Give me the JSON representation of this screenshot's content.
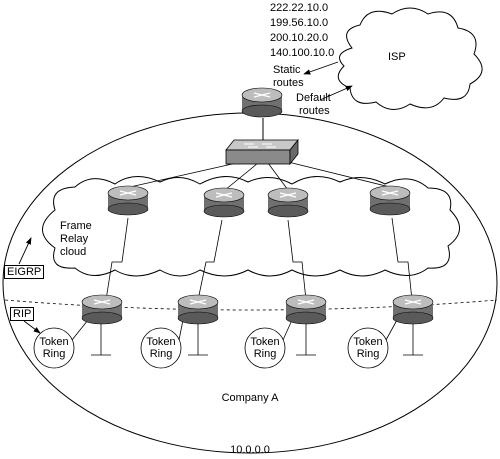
{
  "isp": {
    "label": "ISP",
    "networks": [
      "222.22.10.0",
      "199.56.10.0",
      "200.10.20.0",
      "140.100.10.0"
    ],
    "static_routes": [
      "Static",
      "routes"
    ],
    "default_routes": [
      "Default",
      "routes"
    ]
  },
  "cloud": {
    "label": [
      "Frame",
      "Relay",
      "cloud"
    ]
  },
  "protocols": {
    "eigrp": "EIGRP",
    "rip": "RIP"
  },
  "token_ring": [
    "Token",
    "Ring"
  ],
  "company_label": "Company A",
  "network_label": "10.0.0.0"
}
